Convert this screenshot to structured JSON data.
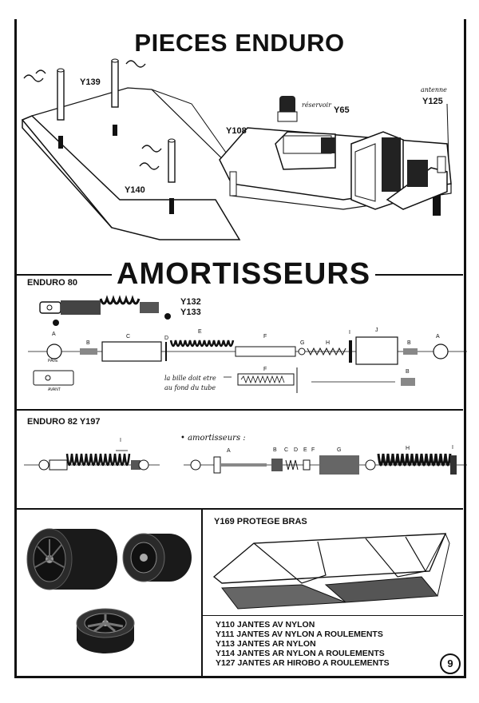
{
  "sections": {
    "pieces_title": "PIECES ENDURO",
    "amortisseurs_title": "AMORTISSEURS",
    "enduro80_label": "ENDURO 80",
    "enduro82_label": "ENDURO 82",
    "enduro82_ref": "Y197",
    "protege_title": "Y169 PROTEGE BRAS"
  },
  "parts": {
    "y139": "Y139",
    "y140": "Y140",
    "y108": "Y108",
    "y65": "Y65",
    "reservoir": "réservoir",
    "antenne": "antenne",
    "y125": "Y125",
    "y132": "Y132",
    "y133": "Y133"
  },
  "shock80": {
    "letters": [
      "A",
      "B",
      "C",
      "D",
      "E",
      "F",
      "G",
      "H",
      "I",
      "J",
      "B",
      "A"
    ],
    "f2": "F",
    "b2": "B",
    "note": [
      "la bille doit etre",
      "au fond du tube"
    ],
    "tiny": [
      "PAVE",
      "AVANT"
    ]
  },
  "shock82": {
    "i_label": "I",
    "amortisseurs_note": "• amortisseurs :",
    "letters": [
      "A",
      "B",
      "C",
      "D",
      "E",
      "F",
      "G",
      "H",
      "I"
    ]
  },
  "wheels_list": [
    "Y110  JANTES AV NYLON",
    "Y111  JANTES AV NYLON A ROULEMENTS",
    "Y113  JANTES AR NYLON",
    "Y114  JANTES AR NYLON A ROULEMENTS",
    "Y127  JANTES AR HIROBO A ROULEMENTS"
  ],
  "page_number": "9"
}
